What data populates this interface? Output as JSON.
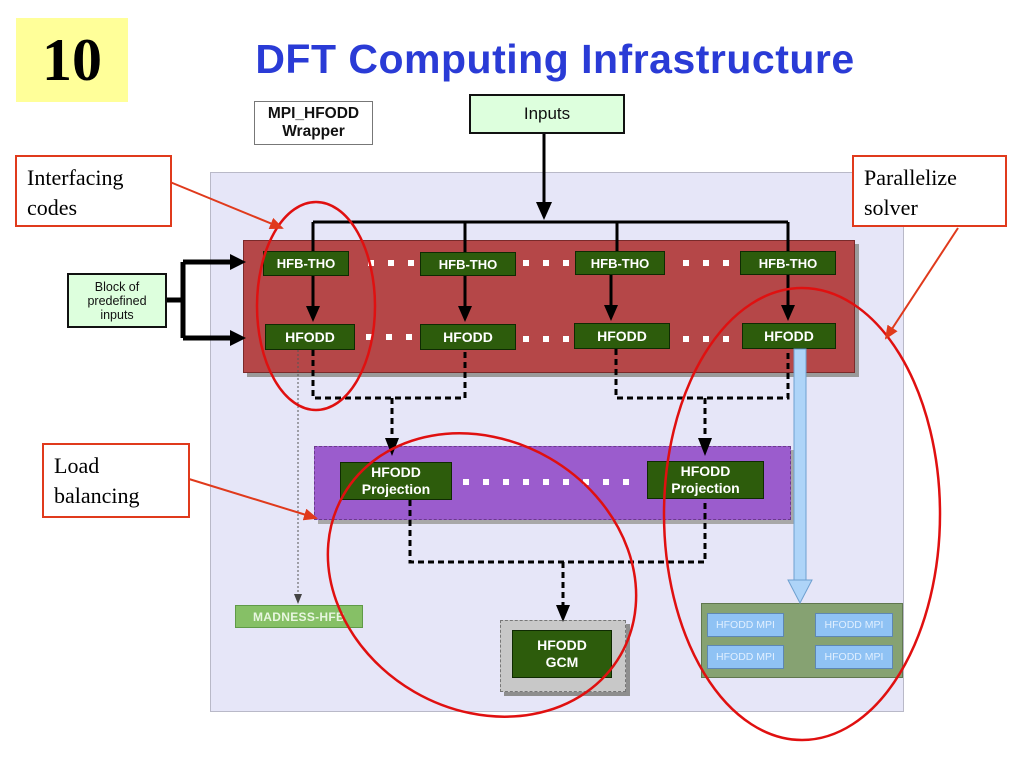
{
  "slide": {
    "number": "10",
    "title": "DFT Computing Infrastructure"
  },
  "wrapper_label": {
    "line1": "MPI_HFODD",
    "line2": "Wrapper"
  },
  "inputs": "Inputs",
  "block_inputs": {
    "line1": "Block of",
    "line2": "predefined",
    "line3": "inputs"
  },
  "callouts": {
    "interfacing": {
      "line1": "Interfacing",
      "line2": "codes"
    },
    "parallelize": {
      "line1": "Parallelize",
      "line2": "solver"
    },
    "load_balancing": {
      "line1": "Load",
      "line2": "balancing"
    }
  },
  "solver_row": {
    "hfbtho": [
      "HFB-THO",
      "HFB-THO",
      "HFB-THO",
      "HFB-THO"
    ],
    "hfodd": [
      "HFODD",
      "HFODD",
      "HFODD",
      "HFODD"
    ]
  },
  "projection": [
    {
      "line1": "HFODD",
      "line2": "Projection"
    },
    {
      "line1": "HFODD",
      "line2": "Projection"
    }
  ],
  "gcm": {
    "line1": "HFODD",
    "line2": "GCM"
  },
  "madness": "MADNESS-HFB",
  "mpi_boxes": [
    "HFODD MPI",
    "HFODD MPI",
    "HFODD MPI",
    "HFODD MPI"
  ],
  "colors": {
    "title": "#2a3bd6",
    "callout_border": "#e03a1c",
    "ellipse": "#e01010",
    "solver_panel": "#b54748",
    "projection_panel": "#9b5ccd",
    "module_green": "#2d5c0c",
    "input_green": "#ddffdd",
    "mpi_blue": "#8fc2f4"
  }
}
